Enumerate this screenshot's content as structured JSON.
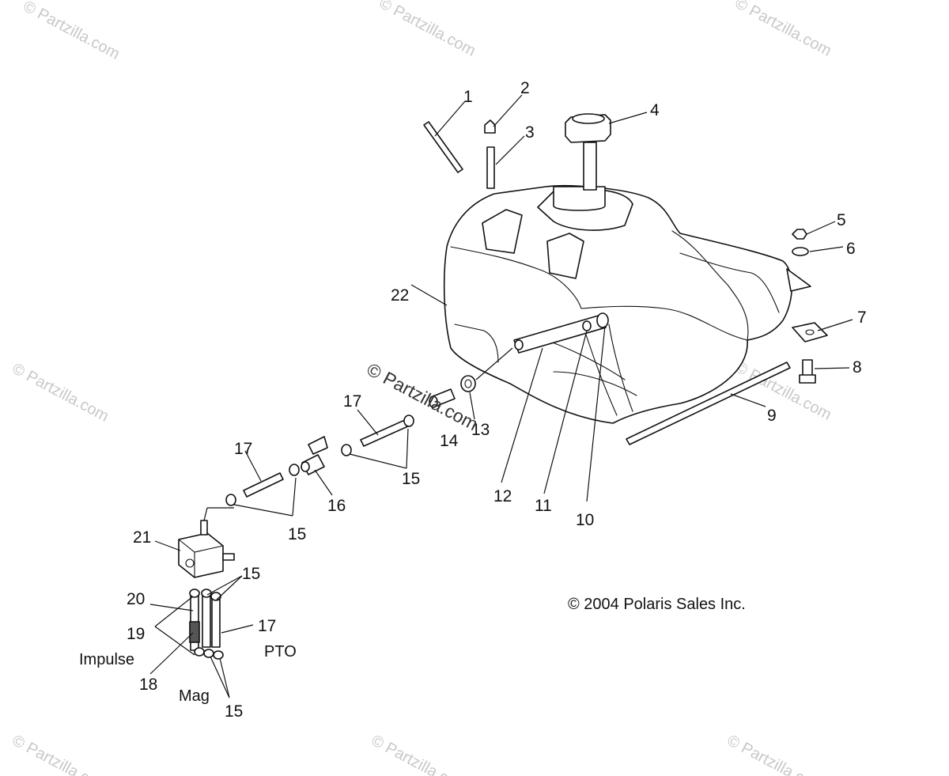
{
  "callouts": [
    "1",
    "2",
    "3",
    "4",
    "5",
    "6",
    "7",
    "8",
    "9",
    "10",
    "11",
    "12",
    "13",
    "14",
    "15",
    "16",
    "17",
    "18",
    "19",
    "20",
    "21",
    "22"
  ],
  "side_labels": {
    "impulse": "Impulse",
    "pto": "PTO",
    "mag": "Mag"
  },
  "copyright": "© 2004 Polaris Sales Inc.",
  "watermark": "© Partzilla.com",
  "watermark_center": "© Partzilla.com"
}
